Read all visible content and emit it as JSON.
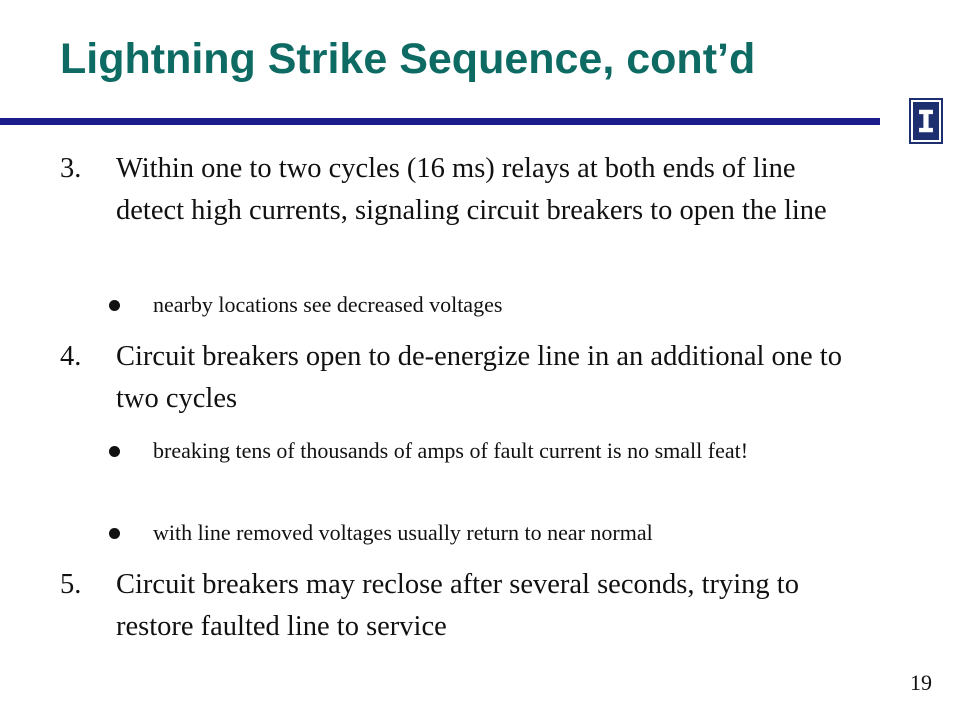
{
  "slide": {
    "title": "Lightning Strike Sequence, cont’d",
    "page_number": "19",
    "logo_icon": "illinois-block-i-icon",
    "colors": {
      "title": "#0e6b63",
      "rule": "#1c1c8c",
      "logo": "#1d2f6e",
      "text": "#111111"
    }
  },
  "items": [
    {
      "number": "3.",
      "text": "Within one to two cycles (16 ms) relays at both ends of line detect high currents, signaling circuit breakers to open the line",
      "subitems": [
        {
          "text": "nearby locations see decreased voltages"
        }
      ]
    },
    {
      "number": "4.",
      "text": "Circuit breakers open to de-energize line in an additional one to two cycles",
      "subitems": [
        {
          "text": "breaking tens of thousands of amps of fault current is no small feat!"
        },
        {
          "text": "with line removed voltages usually return to near normal"
        }
      ]
    },
    {
      "number": "5.",
      "text": "Circuit breakers may reclose after several seconds, trying to restore faulted line to service",
      "subitems": []
    }
  ]
}
